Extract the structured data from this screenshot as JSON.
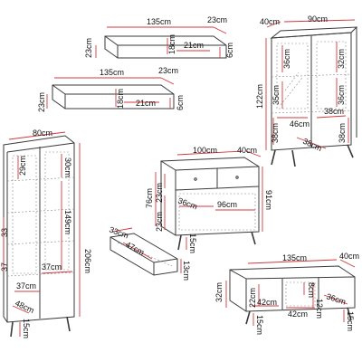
{
  "colors": {
    "outline": "#3a3a3a",
    "dim": "#d0383f",
    "hidden": "#8a8a8a",
    "shelf_fill": "#ffffff"
  },
  "shelf_top": {
    "width": "135cm",
    "depth": "23cm",
    "height_left": "23cm",
    "inner_h": "18cm",
    "inner_w": "21cm",
    "side": "6cm"
  },
  "shelf_bottom": {
    "width": "135cm",
    "depth": "23cm",
    "height_left": "23cm",
    "inner_h": "18cm",
    "inner_w": "21cm",
    "side": "6cm"
  },
  "vitrine": {
    "width": "90cm",
    "depth": "40cm",
    "height": "122cm",
    "inner_left_h": "36cm",
    "inner_right_h": "32cm",
    "mid_left_h": "35cm",
    "mid_right_h": "36cm",
    "inner_w_left": "46cm",
    "inner_w_right": "38cm",
    "lower_h": "38cm",
    "lower_h2": "38cm",
    "bottom_depth": "38cm"
  },
  "tall_cabinet": {
    "width": "80cm",
    "height": "206cm",
    "top_h": "29cm",
    "top_h2": "30cm",
    "mid_h": "149cm",
    "inner_w_top": "37cm",
    "inner_w_bottom": "37cm",
    "depth": "48cm",
    "leg": "15cm",
    "left_a": "33",
    "left_b": "37"
  },
  "dresser": {
    "width": "100cm",
    "depth": "40cm",
    "height": "91cm",
    "inner_h": "76cm",
    "drawer_h": "23cm",
    "drawer_h2": "23cm",
    "inner_w": "96cm",
    "inner_w_small": "36cm",
    "leg": "15cm"
  },
  "drawer": {
    "w": "47cm",
    "d": "33cm",
    "h": "13cm"
  },
  "tv_stand": {
    "width": "135cm",
    "depth": "40cm",
    "height": "32cm",
    "inner_h": "22cm",
    "inner_h2": "12cm",
    "inner_h3": "8cm",
    "inner_w_left": "42cm",
    "inner_w_right": "42cm",
    "inner_depth": "36cm",
    "leg": "15cm",
    "leg_r": "15cm"
  }
}
